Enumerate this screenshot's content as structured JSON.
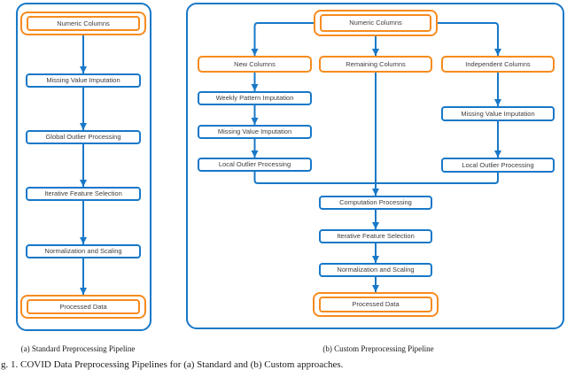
{
  "colors": {
    "blue": "#1878c8",
    "orange": "#f78b1e",
    "label_text": "#3d3d3d"
  },
  "panel_a": {
    "caption": "(a) Standard Preprocessing Pipeline",
    "start_node": "Numeric Columns",
    "steps": [
      "Missing Value Imputation",
      "Global Outlier Processing",
      "Iterative Feature Selection",
      "Normalization and Scaling"
    ],
    "end_node": "Processed Data"
  },
  "panel_b": {
    "caption": "(b) Custom Preprocessing Pipeline",
    "start_node": "Numeric Columns",
    "branch_new": {
      "header": "New Columns",
      "steps": [
        "Weekly Pattern Imputation",
        "Missing Value Imputation",
        "Local Outlier Processing"
      ]
    },
    "branch_remaining": {
      "header": "Remaining Columns"
    },
    "branch_independent": {
      "header": "Independent Columns",
      "steps": [
        "Missing Value Imputation",
        "Local Outlier Processing"
      ]
    },
    "merge_steps": [
      "Computation Processing",
      "Iterative Feature Selection",
      "Normalization and Scaling"
    ],
    "end_node": "Processed Data"
  },
  "figure_caption": "g. 1.   COVID Data Preprocessing Pipelines for (a) Standard and (b) Custom approaches."
}
